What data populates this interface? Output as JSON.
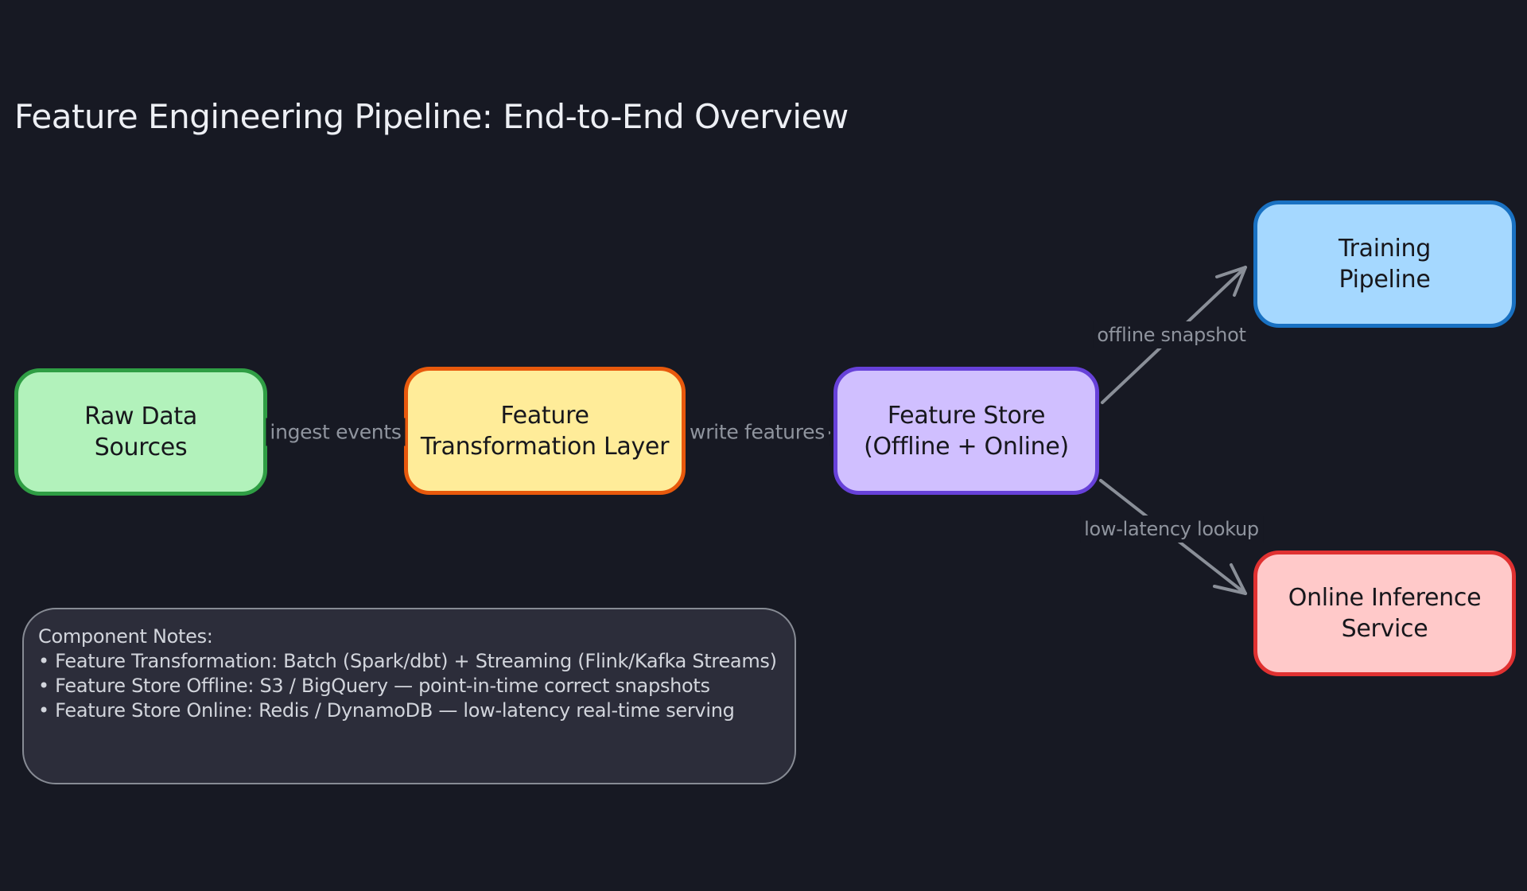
{
  "title": "Feature Engineering Pipeline: End-to-End Overview",
  "colors": {
    "background": "#171923",
    "arrow": "#8a8f98",
    "title_text": "#edeff4",
    "node_text": "#17171c",
    "edge_label_text": "#8f949e",
    "notes_fill": "#2c2d3a",
    "notes_border": "#878b94",
    "notes_text": "#d2d5dc"
  },
  "nodes": {
    "raw": {
      "label": [
        "Raw Data",
        "Sources"
      ],
      "fill": "#b2f2bb",
      "border": "#2f9e44"
    },
    "transform": {
      "label": [
        "Feature",
        "Transformation Layer"
      ],
      "fill": "#ffec99",
      "border": "#e8590c"
    },
    "store": {
      "label": [
        "Feature Store",
        "(Offline + Online)"
      ],
      "fill": "#d0bfff",
      "border": "#6741d9"
    },
    "training": {
      "label": [
        "Training",
        "Pipeline"
      ],
      "fill": "#a5d8ff",
      "border": "#1971c2"
    },
    "inference": {
      "label": [
        "Online Inference",
        "Service"
      ],
      "fill": "#ffc9c9",
      "border": "#e03131"
    }
  },
  "edges": {
    "ingest": {
      "label": "ingest events",
      "from": "raw",
      "to": "transform"
    },
    "write": {
      "label": "write features",
      "from": "transform",
      "to": "store"
    },
    "offline": {
      "label": "offline snapshot",
      "from": "store",
      "to": "training"
    },
    "lookup": {
      "label": "low-latency lookup",
      "from": "store",
      "to": "inference"
    }
  },
  "notes": {
    "heading": "Component Notes:",
    "items": [
      "• Feature Transformation: Batch (Spark/dbt) + Streaming (Flink/Kafka Streams)",
      "• Feature Store Offline: S3 / BigQuery — point-in-time correct snapshots",
      "• Feature Store Online: Redis / DynamoDB — low-latency real-time serving"
    ]
  }
}
